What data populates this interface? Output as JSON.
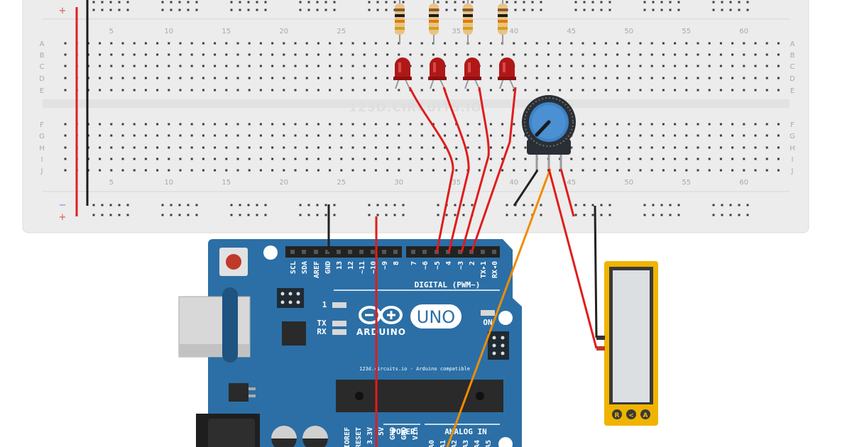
{
  "watermark": "123D.CIRCUITS.IO",
  "breadboard": {
    "column_numbers": [
      "5",
      "10",
      "15",
      "20",
      "25",
      "30",
      "35",
      "40",
      "45",
      "50",
      "55",
      "60"
    ],
    "row_letters_top": [
      "A",
      "B",
      "C",
      "D",
      "E"
    ],
    "row_letters_bottom": [
      "F",
      "G",
      "H",
      "I",
      "J"
    ],
    "rail_plus": "+",
    "rail_minus": "−",
    "colors": {
      "board": "#ececec",
      "hole": "#3c3c3c",
      "red_rail": "#e02020",
      "black_rail": "#1a1a1a"
    }
  },
  "arduino": {
    "logo_text": "ARDUINO",
    "model_badge": "UNO",
    "on_label": "ON",
    "tx_label": "TX",
    "rx_label": "RX",
    "l_label": "1",
    "subtitle": "123d.circuits.io - Arduino compatible",
    "digital_header": "DIGITAL (PWM~)",
    "power_header": "POWER",
    "analog_header": "ANALOG IN",
    "digital_pins": [
      "SCL",
      "SDA",
      "AREF",
      "GND",
      "13",
      "12",
      "~11",
      "~10",
      "~9",
      "8",
      "7",
      "~6",
      "~5",
      "4",
      "~3",
      "2",
      "TX▸1",
      "RX◂0"
    ],
    "power_pins": [
      "IOREF",
      "RESET",
      "3.3V",
      "5V",
      "GND",
      "GND",
      "Vin"
    ],
    "analog_pins": [
      "A0",
      "A1",
      "A2",
      "A3",
      "A4",
      "A5"
    ],
    "colors": {
      "board": "#2b6fa6",
      "dark": "#1f5380",
      "text": "#ffffff"
    }
  },
  "multimeter": {
    "buttons": [
      "R",
      "<",
      "A"
    ],
    "colors": {
      "body": "#f0b400",
      "screen": "#dcdfe2"
    }
  },
  "wire_colors": {
    "red": "#e01c1c",
    "black": "#222222",
    "orange": "#f08c00"
  }
}
